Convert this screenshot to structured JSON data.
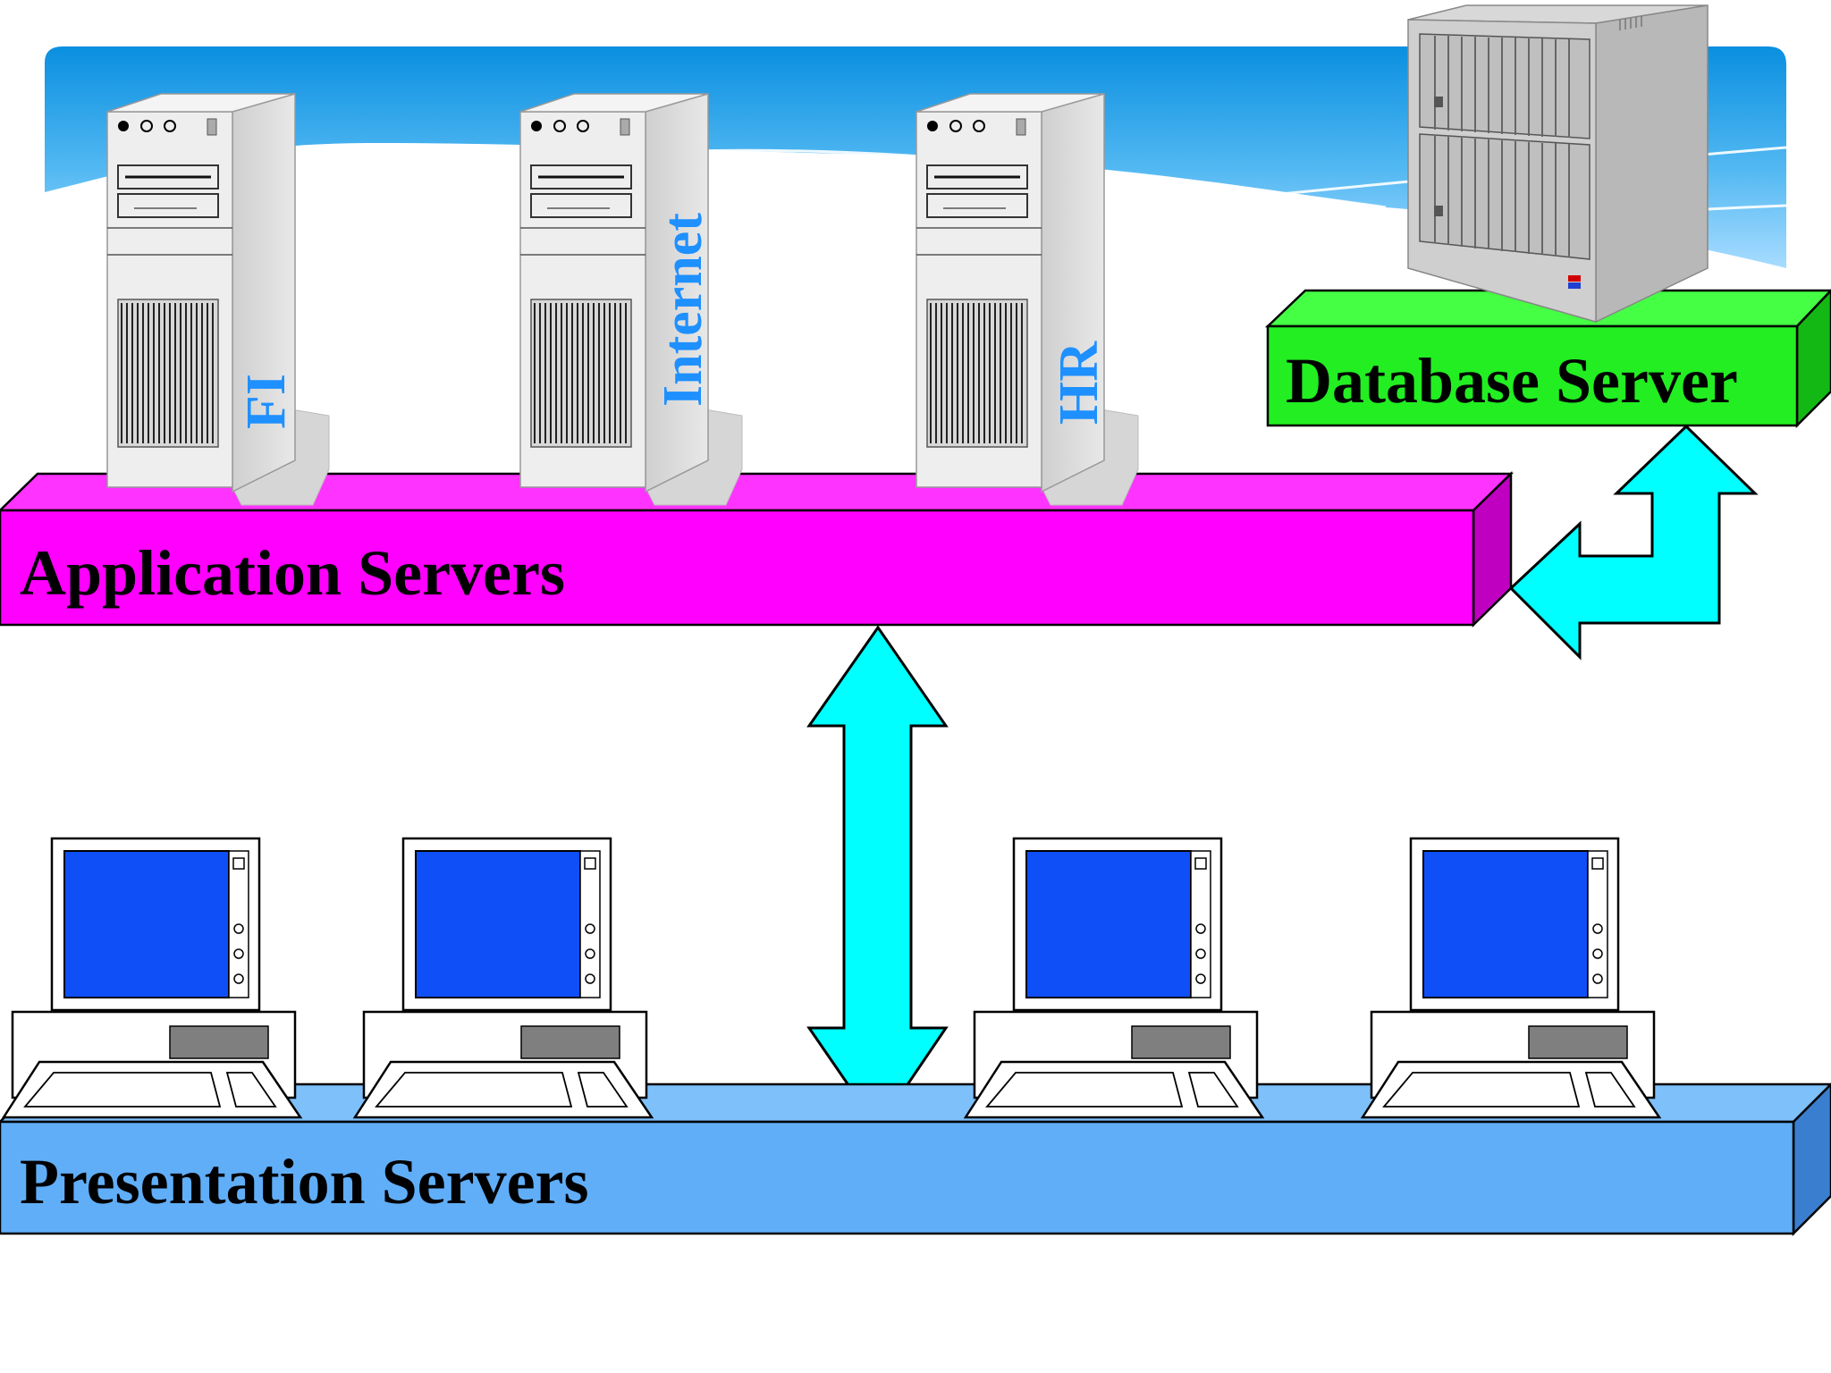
{
  "tiers": {
    "application": {
      "label": "Application Servers"
    },
    "presentation": {
      "label": "Presentation Servers"
    },
    "database": {
      "label": "Database Server"
    }
  },
  "app_servers": [
    {
      "label": "FI"
    },
    {
      "label": "Internet"
    },
    {
      "label": "HR"
    }
  ],
  "colors": {
    "application_bar": "#ff00ff",
    "application_bar_side": "#c000c0",
    "presentation_bar": "#60aef8",
    "presentation_bar_side": "#3a7fcf",
    "database_box": "#22ee22",
    "database_box_side": "#14b814",
    "arrow": "#00ffff",
    "tower_label": "#1e90ff",
    "sky_top": "#0a8fe0",
    "sky_bottom": "#a8dcff",
    "monitor_screen": "#0f4ff8"
  }
}
